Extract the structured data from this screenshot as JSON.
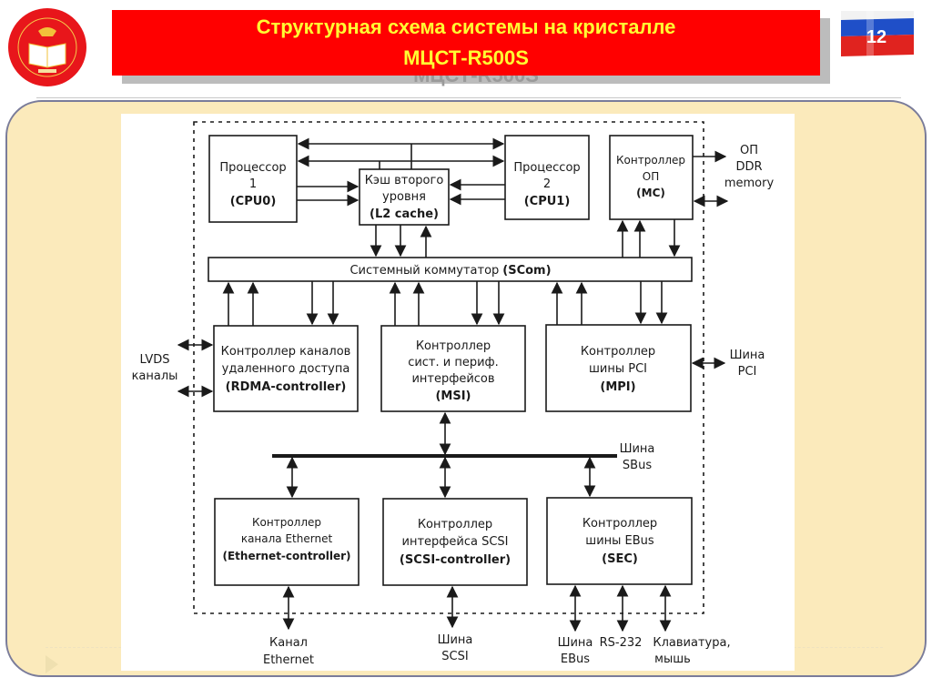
{
  "header": {
    "title_line1": "Структурная схема системы на кристалле",
    "title_line2": "МЦСТ-R500S",
    "page_number": "12",
    "logo_icon": "academy-emblem-icon",
    "flag_icon": "russian-flag-icon",
    "colors": {
      "title_bg": "#ff0000",
      "title_text": "#ffff33",
      "panel_bg": "#fbeabb"
    }
  },
  "diagram": {
    "cpu0": {
      "line1": "Процессор",
      "line2": "1",
      "line3": "(CPU0)"
    },
    "l2": {
      "line1": "Кэш второго",
      "line2": "уровня",
      "line3": "(L2 cache)"
    },
    "cpu1": {
      "line1": "Процессор",
      "line2": "2",
      "line3": "(CPU1)"
    },
    "mc": {
      "line1": "Контроллер",
      "line2": "ОП",
      "line3": "(MC)"
    },
    "ddr": {
      "line1": "ОП",
      "line2": "DDR",
      "line3": "memory"
    },
    "scom": {
      "label": "Системный коммутатор",
      "abbr": "(SCom)"
    },
    "rdma": {
      "line1": "Контроллер каналов",
      "line2": "удаленного доступа",
      "line3": "(RDMA-controller)"
    },
    "lvds": {
      "line1": "LVDS",
      "line2": "каналы"
    },
    "msi": {
      "line1": "Контроллер",
      "line2": "сист. и периф.",
      "line3": "интерфейсов",
      "line4": "(MSI)"
    },
    "mpi": {
      "line1": "Контроллер",
      "line2": "шины PCI",
      "line3": "(MPI)"
    },
    "pci": {
      "line1": "Шина",
      "line2": "PCI"
    },
    "sbus": {
      "line1": "Шина",
      "line2": "SBus"
    },
    "eth": {
      "line1": "Контроллер",
      "line2": "канала Ethernet",
      "line3": "(Ethernet-controller)"
    },
    "scsi": {
      "line1": "Контроллер",
      "line2": "интерфейса SCSI",
      "line3": "(SCSI-controller)"
    },
    "sec": {
      "line1": "Контроллер",
      "line2": "шины EBus",
      "line3": "(SEC)"
    },
    "ext_eth": {
      "line1": "Канал",
      "line2": "Ethernet"
    },
    "ext_scsi": {
      "line1": "Шина",
      "line2": "SCSI"
    },
    "ext_ebus": {
      "line1": "Шина",
      "line2": "EBus"
    },
    "ext_rs232": {
      "line1": "RS-232"
    },
    "ext_kbd": {
      "line1": "Клавиатура,",
      "line2": "мышь"
    }
  }
}
